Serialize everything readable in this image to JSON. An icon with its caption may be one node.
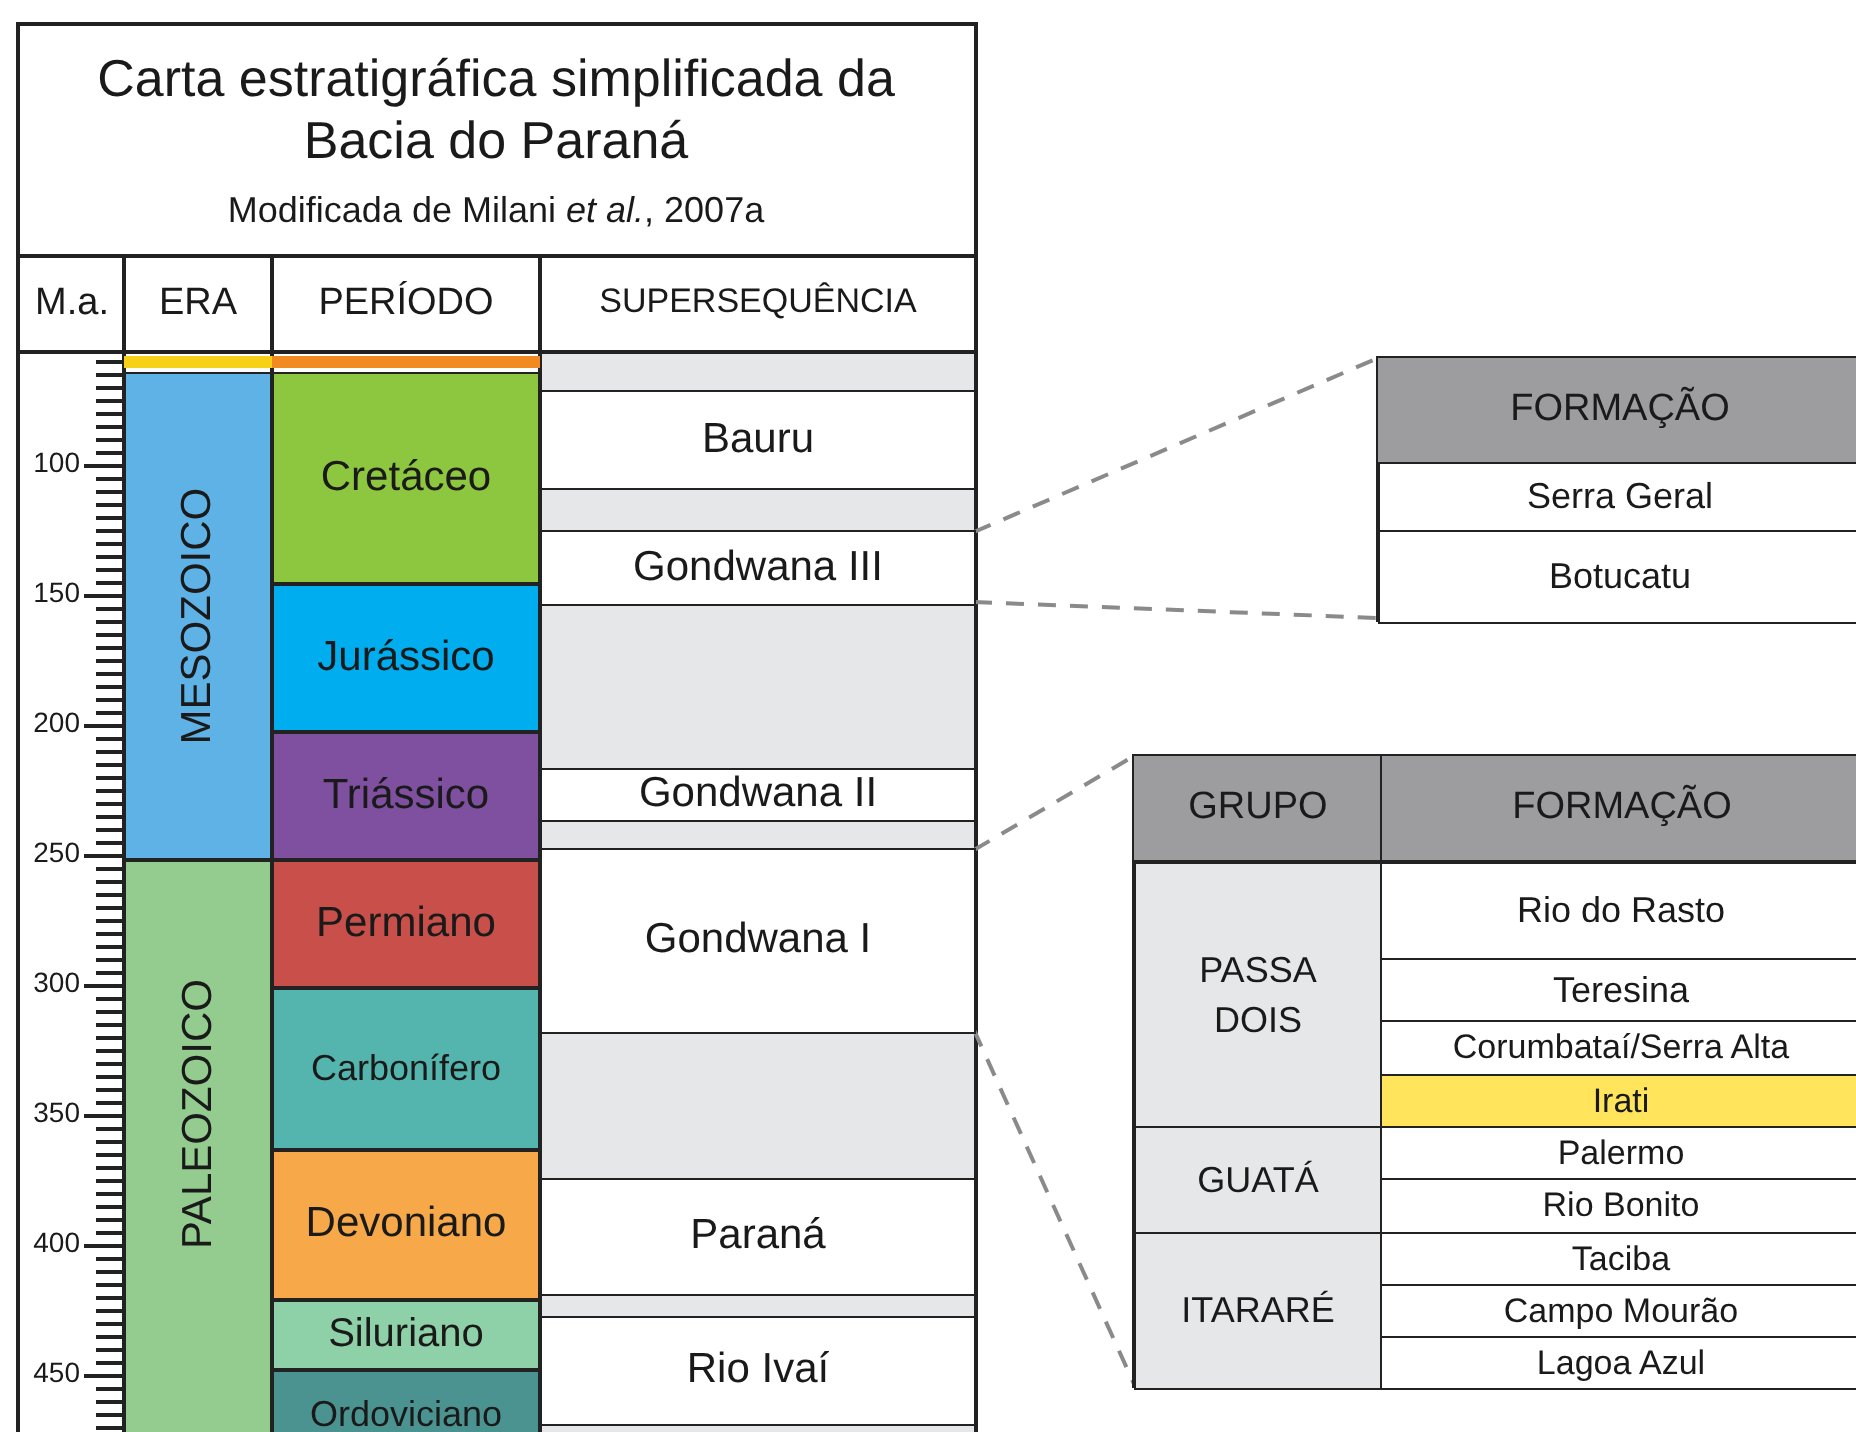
{
  "diagram": {
    "title": "Carta estratigráfica simplificada da Bacia do Paraná",
    "nodes": [
      {
        "text": [],
        "shape": "bar"
      },
      {
        "text": [],
        "shape": "bar"
      },
      {
        "text": [
          "MESOZOICO"
        ]
      },
      {
        "text": [
          "PALEOZOICO"
        ]
      },
      {
        "text": [
          "Cretáceo"
        ]
      },
      {
        "text": [
          "Jurássico"
        ]
      },
      {
        "text": [
          "Triássico"
        ]
      },
      {
        "text": [
          "Permiano"
        ]
      },
      {
        "text": [
          "Carbonífero"
        ]
      },
      {
        "text": [
          "Devoniano"
        ]
      },
      {
        "text": [
          "Siluriano"
        ]
      },
      {
        "text": [
          "Ordoviciano"
        ]
      },
      {
        "text": [
          "Bauru"
        ]
      },
      {
        "text": [
          "Gondwana III"
        ]
      },
      {
        "text": [
          "Gondwana II"
        ]
      },
      {
        "text": [
          "Gondwana I"
        ]
      },
      {
        "text": [
          "Paraná"
        ]
      },
      {
        "text": [
          "Rio Ivaí"
        ]
      },
      {
        "text": [
          "FORMAÇÃO"
        ]
      },
      {
        "text": [
          "Serra Geral"
        ],
        "in": 18
      },
      {
        "text": [
          "Botucatu"
        ],
        "in": 18
      },
      {
        "text": [
          "GRUPO",
          "FORMAÇÃO"
        ]
      },
      {
        "text": [
          "PASSA DOIS"
        ],
        "in": 21
      },
      {
        "text": [
          "GUATÁ"
        ],
        "in": 21
      },
      {
        "text": [
          "ITARARÉ"
        ],
        "in": 21
      },
      {
        "text": [
          "Rio do Rasto"
        ],
        "in": 21
      },
      {
        "text": [
          "Teresina"
        ],
        "in": 21
      },
      {
        "text": [
          "Corumbataí/Serra Alta"
        ],
        "in": 21
      },
      {
        "text": [
          "Irati"
        ],
        "in": 21
      },
      {
        "text": [
          "Palermo"
        ],
        "in": 21
      },
      {
        "text": [
          "Rio Bonito"
        ],
        "in": 21
      },
      {
        "text": [
          "Taciba"
        ],
        "in": 21
      },
      {
        "text": [
          "Campo Mourão"
        ],
        "in": 21
      },
      {
        "text": [
          "Lagoa Azul"
        ],
        "in": 21
      }
    ],
    "edges": [
      {
        "from": 13,
        "to": 18,
        "arrow": "none",
        "style": "dashed"
      },
      {
        "from": 13,
        "to": 18,
        "arrow": "none",
        "style": "dashed"
      },
      {
        "from": 15,
        "to": 21,
        "arrow": "none",
        "style": "dashed"
      },
      {
        "from": 15,
        "to": 21,
        "arrow": "none",
        "style": "dashed"
      }
    ],
    "labels": [
      "Modificada de Milani *et al.*, 2007a",
      "M.a.",
      "ERA",
      "PERÍODO",
      "SUPERSEQUÊNCIA",
      "100",
      "150",
      "200",
      "250",
      "300",
      "350",
      "400",
      "450"
    ]
  }
}
